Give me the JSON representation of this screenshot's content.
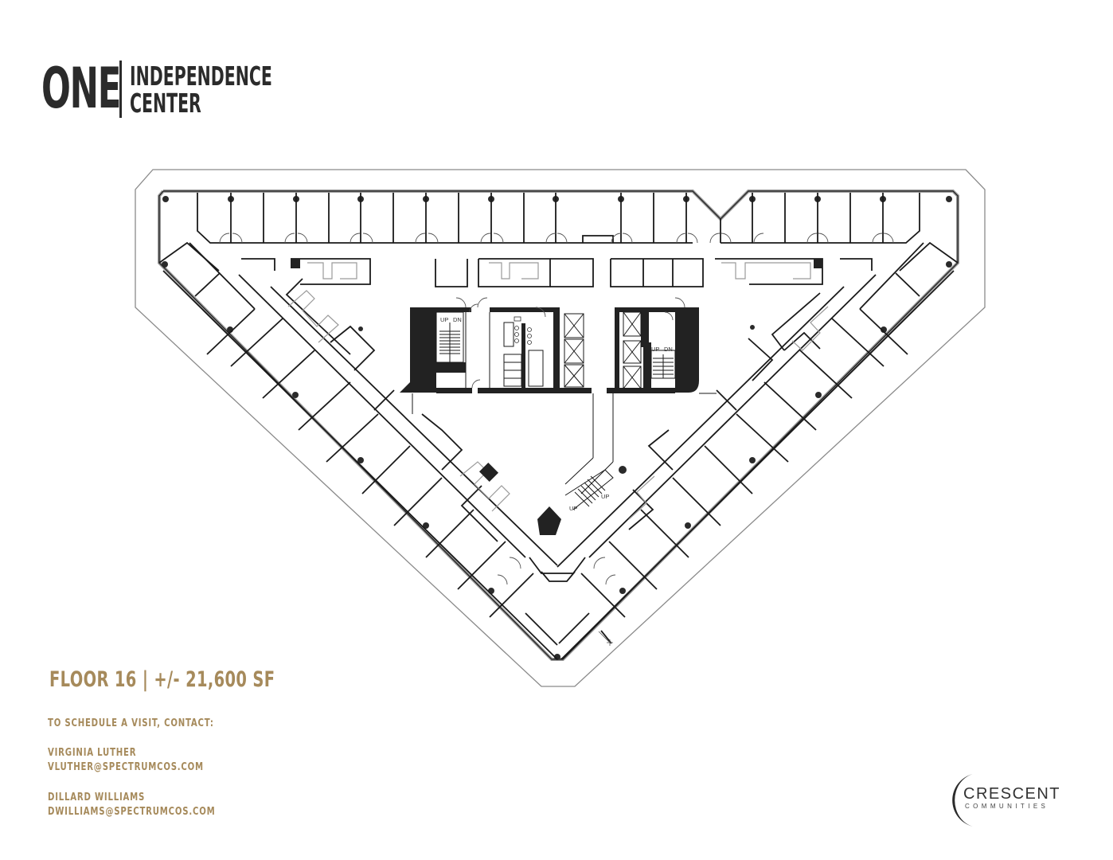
{
  "logo": {
    "primary": "ONE",
    "line1": "INDEPENDENCE",
    "line2": "CENTER"
  },
  "floor_plan": {
    "stair_labels": [
      "UP",
      "DN",
      "UP",
      "DN",
      "UP",
      "UP"
    ],
    "colors": {
      "walls": "#1a1a1a",
      "core_fill": "#222222",
      "outline": "#7a7a7a",
      "exterior_glass": "#9a9a9a"
    }
  },
  "floor_info": {
    "title": "FLOOR 16 | +/- 21,600 SF",
    "accent_color": "#a68a5b"
  },
  "contact": {
    "heading": "TO SCHEDULE A VISIT, CONTACT:",
    "people": [
      {
        "name": "VIRGINIA LUTHER",
        "email": "VLUTHER@SPECTRUMCOS.COM"
      },
      {
        "name": "DILLARD WILLIAMS",
        "email": "DWILLIAMS@SPECTRUMCOS.COM"
      }
    ]
  },
  "brand": {
    "name": "CRESCENT",
    "tagline": "COMMUNITIES"
  }
}
